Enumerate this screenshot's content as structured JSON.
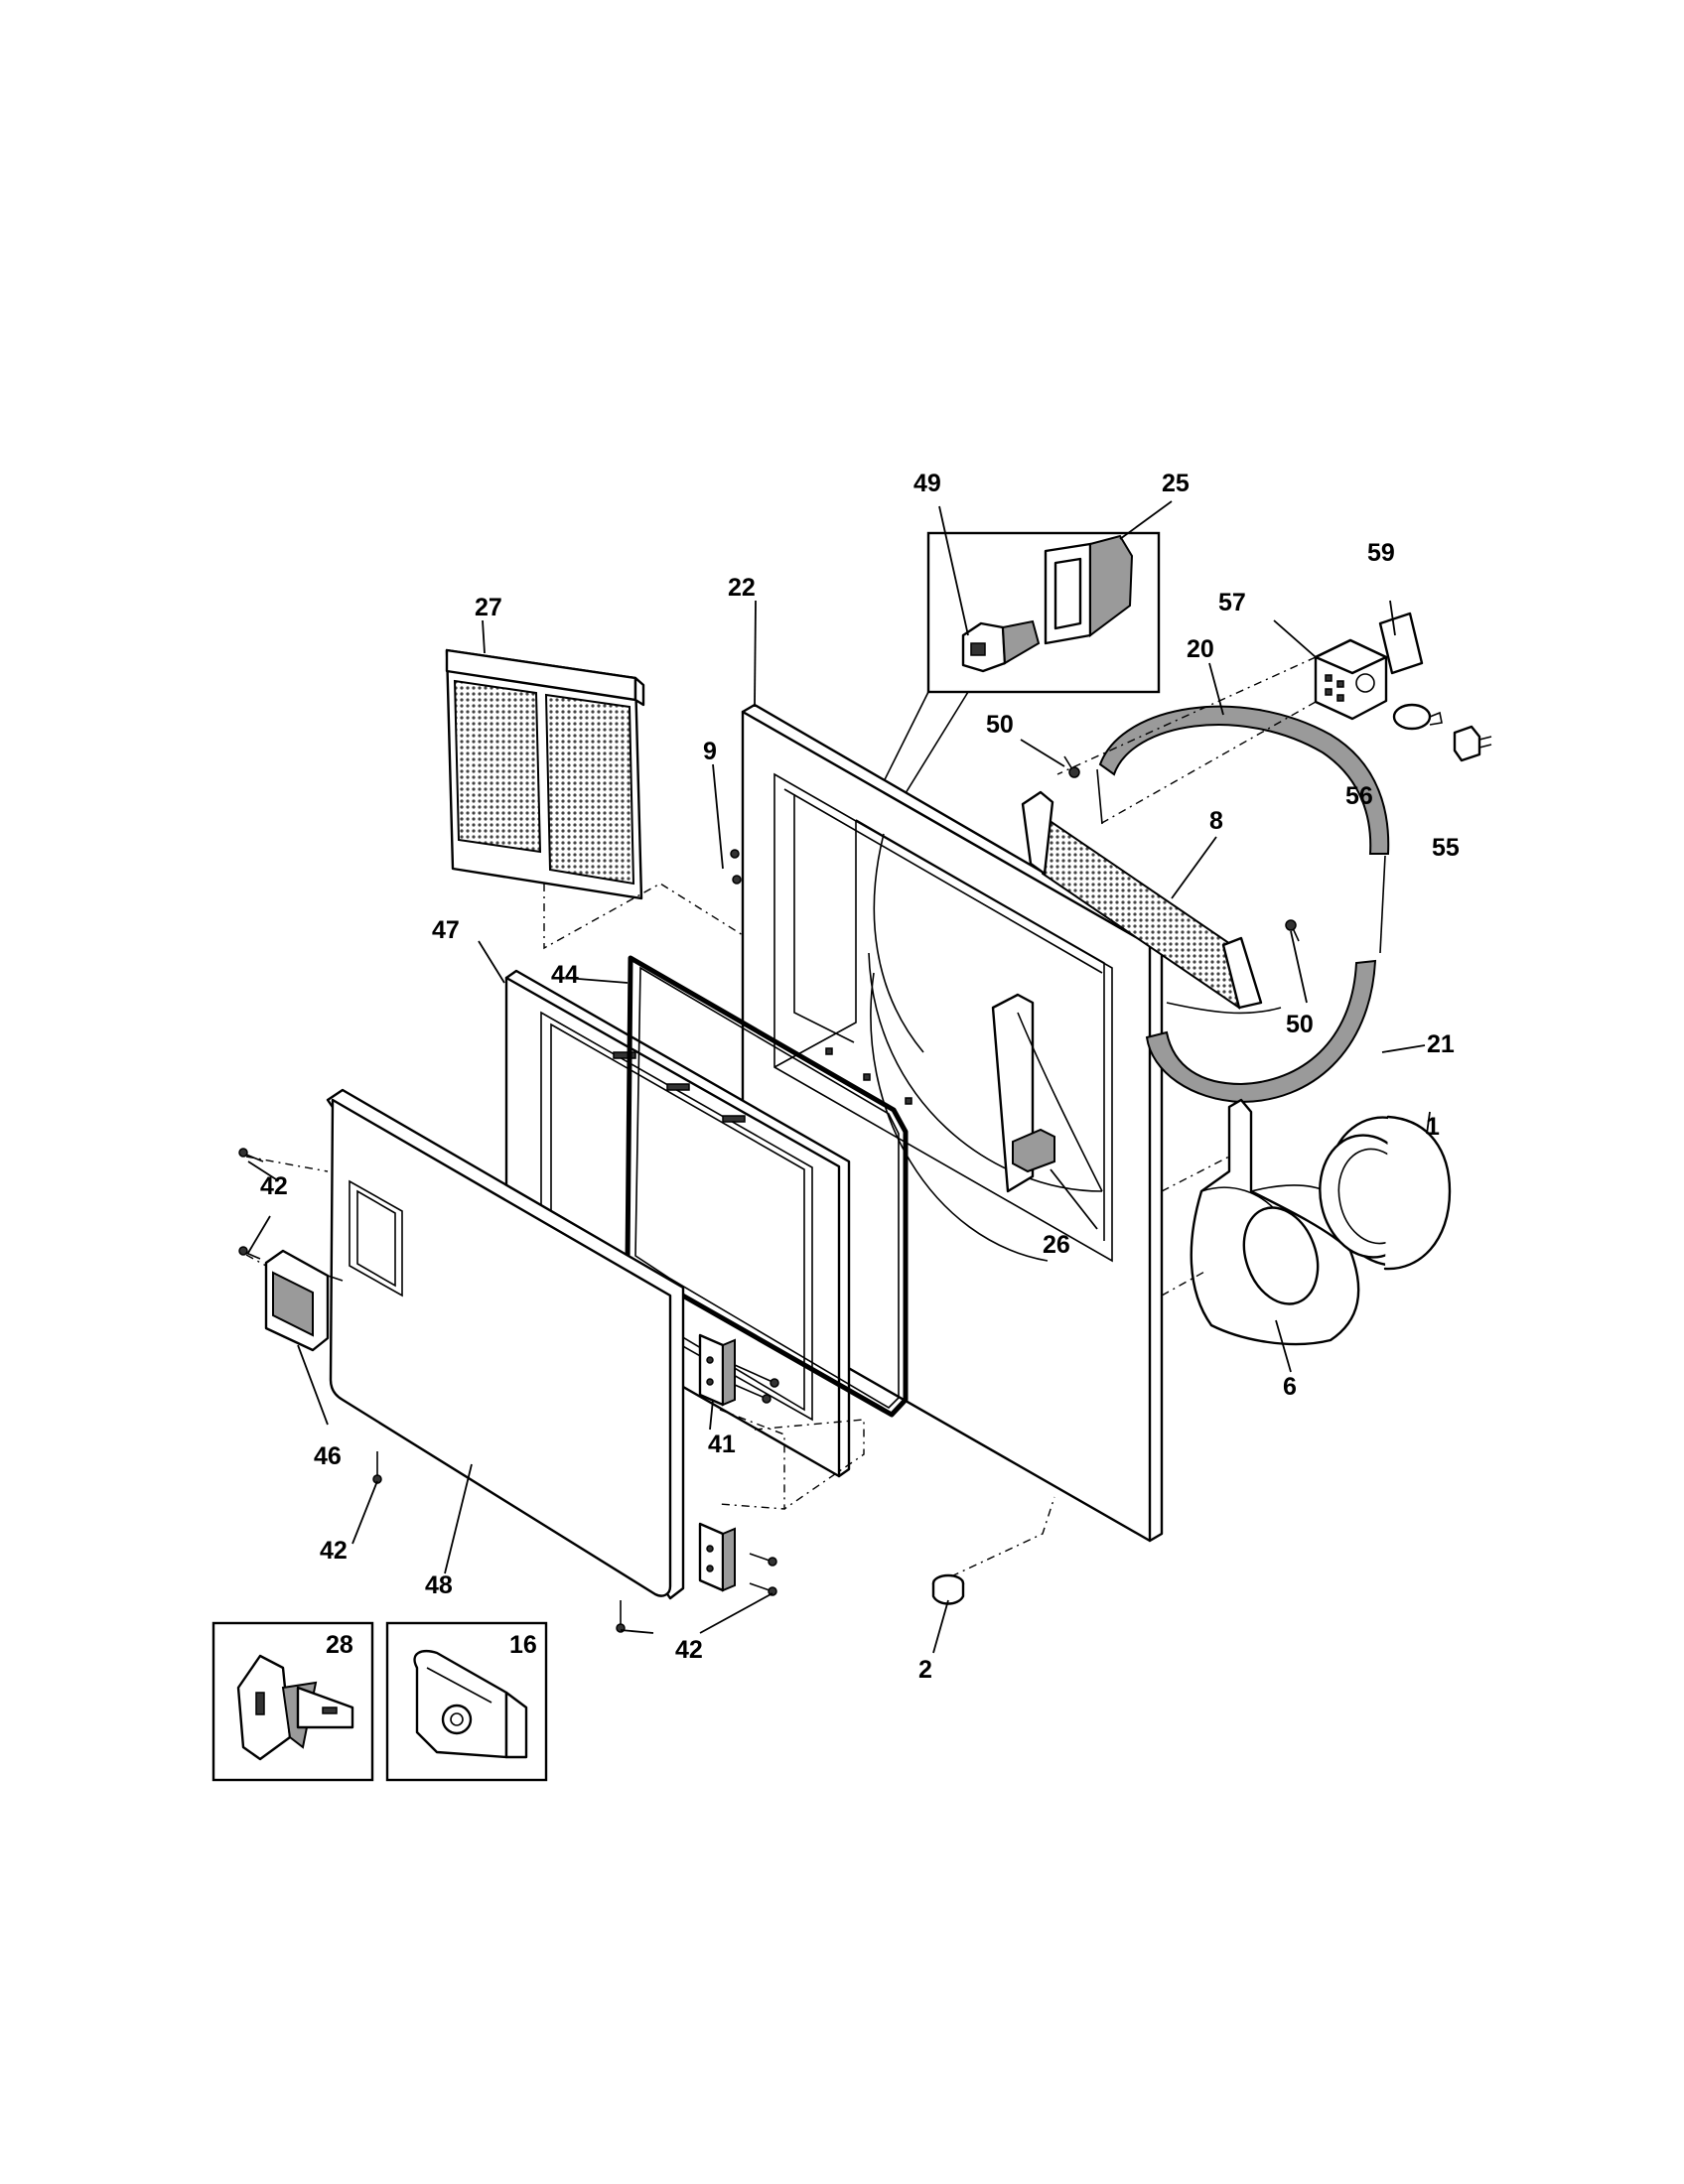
{
  "callouts": {
    "c1": "1",
    "c2": "2",
    "c6": "6",
    "c8": "8",
    "c9": "9",
    "c16": "16",
    "c20": "20",
    "c21": "21",
    "c22": "22",
    "c25": "25",
    "c26": "26",
    "c27": "27",
    "c28": "28",
    "c41": "41",
    "c42a": "42",
    "c42b": "42",
    "c42c": "42",
    "c44": "44",
    "c46": "46",
    "c47": "47",
    "c48": "48",
    "c49": "49",
    "c50a": "50",
    "c50b": "50",
    "c55": "55",
    "c56": "56",
    "c57": "57",
    "c59": "59"
  }
}
